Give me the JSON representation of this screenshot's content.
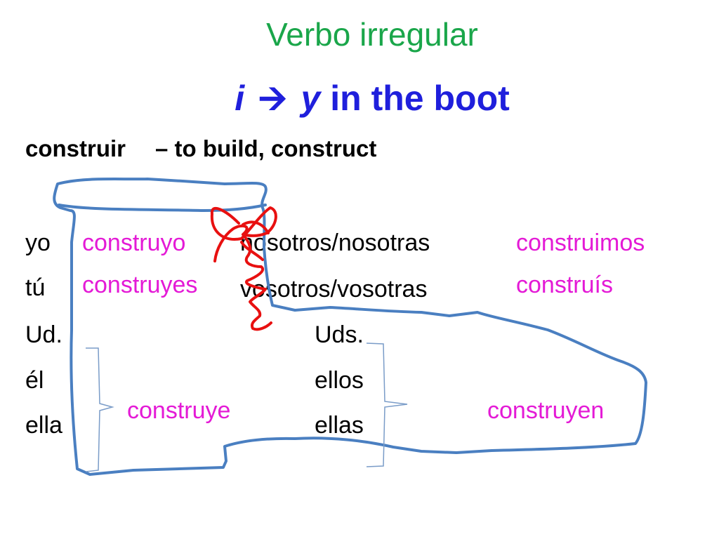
{
  "slide": {
    "title": "Verbo irregular",
    "subtitle": {
      "from": "i",
      "arrow": "🡪",
      "to": "y",
      "rest": "in the boot"
    },
    "verb": {
      "infinitive": "construir",
      "meaning": "– to build, construct"
    },
    "pronouns": {
      "yo": "yo",
      "tu": "tú",
      "ud": "Ud.",
      "el": "él",
      "ella": "ella",
      "nosotros": "nosotros/nosotras",
      "vosotros": "vosotros/vosotras",
      "uds": "Uds.",
      "ellos": "ellos",
      "ellas": "ellas"
    },
    "forms": {
      "yo": "construyo",
      "tu": "construyes",
      "el": "construye",
      "nosotros": "construimos",
      "vosotros": "construís",
      "ellos": "construyen"
    }
  },
  "colors": {
    "title": "#1aa64a",
    "subtitle": "#1f1fdc",
    "form": "#e41ad6",
    "boot": "#4a7fc1",
    "lace": "#e81010",
    "bracket": "#7a9cc8"
  }
}
